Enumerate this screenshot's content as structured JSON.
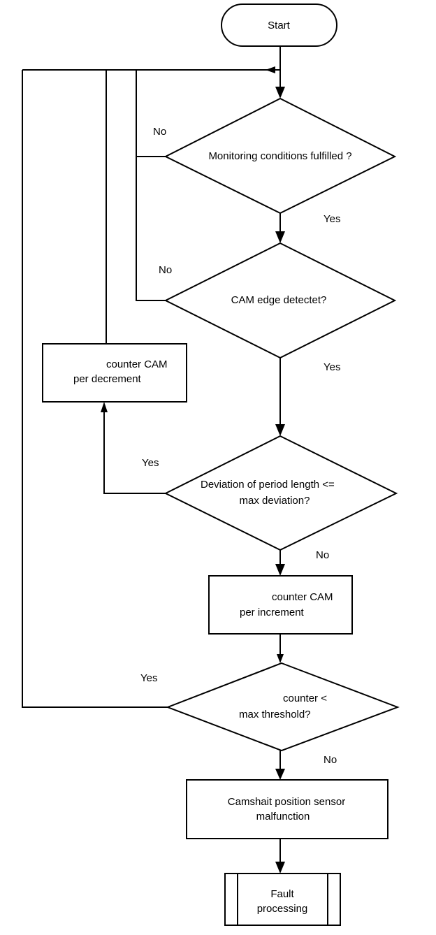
{
  "nodes": {
    "start": {
      "label": "Start"
    },
    "monitoring": {
      "label": "Monitoring conditions fulfilled ?"
    },
    "cam_edge": {
      "label": "CAM edge detectet?"
    },
    "decrement": {
      "line1": "counter CAM",
      "line2": "per decrement"
    },
    "deviation": {
      "line1": "Deviation of period length  <=",
      "line2": "max deviation?"
    },
    "increment": {
      "line1": "counter CAM",
      "line2": "per increment"
    },
    "threshold": {
      "line1": "counter  <",
      "line2": "max threshold?"
    },
    "malfunction": {
      "line1": "Camshait position sensor",
      "line2": "malfunction"
    },
    "fault": {
      "line1": "Fault",
      "line2": "processing"
    }
  },
  "edge_labels": {
    "monitoring_no": "No",
    "monitoring_yes": "Yes",
    "cam_edge_no": "No",
    "cam_edge_yes": "Yes",
    "deviation_yes": "Yes",
    "deviation_no": "No",
    "threshold_yes": "Yes",
    "threshold_no": "No"
  }
}
